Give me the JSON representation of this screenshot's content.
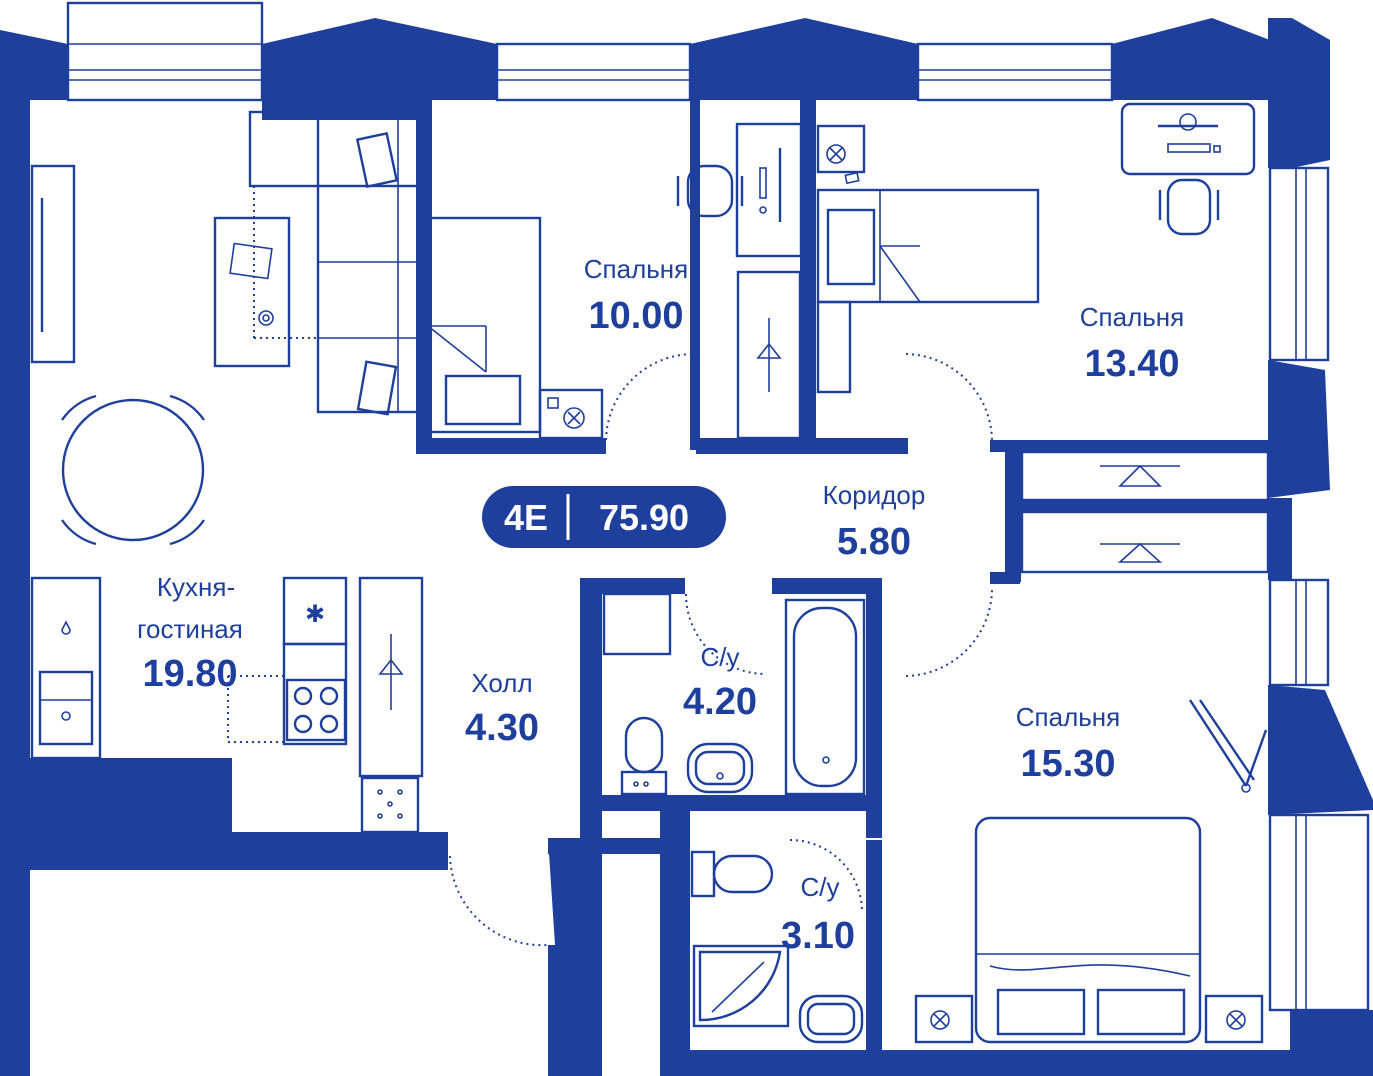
{
  "colors": {
    "plan": "#1f3f9c",
    "background": "#ffffff"
  },
  "badge": {
    "type": "4E",
    "total_area": "75.90"
  },
  "rooms": {
    "kitchen_living": {
      "name_line1": "Кухня-",
      "name_line2": "гостиная",
      "area": "19.80"
    },
    "bedroom_small": {
      "name": "Спальня",
      "area": "10.00"
    },
    "bedroom_middle": {
      "name": "Спальня",
      "area": "13.40"
    },
    "bedroom_large": {
      "name": "Спальня",
      "area": "15.30"
    },
    "corridor": {
      "name": "Коридор",
      "area": "5.80"
    },
    "hall": {
      "name": "Холл",
      "area": "4.30"
    },
    "bathroom_1": {
      "name": "С/у",
      "area": "4.20"
    },
    "bathroom_2": {
      "name": "С/у",
      "area": "3.10"
    }
  },
  "icons": [
    "sofa-icon",
    "table-icon",
    "bed-icon",
    "desk-icon",
    "chair-icon",
    "wardrobe-icon",
    "hanger-icon",
    "bathtub-icon",
    "toilet-icon",
    "sink-icon",
    "shower-icon",
    "stove-icon",
    "fridge-icon",
    "washer-icon"
  ]
}
